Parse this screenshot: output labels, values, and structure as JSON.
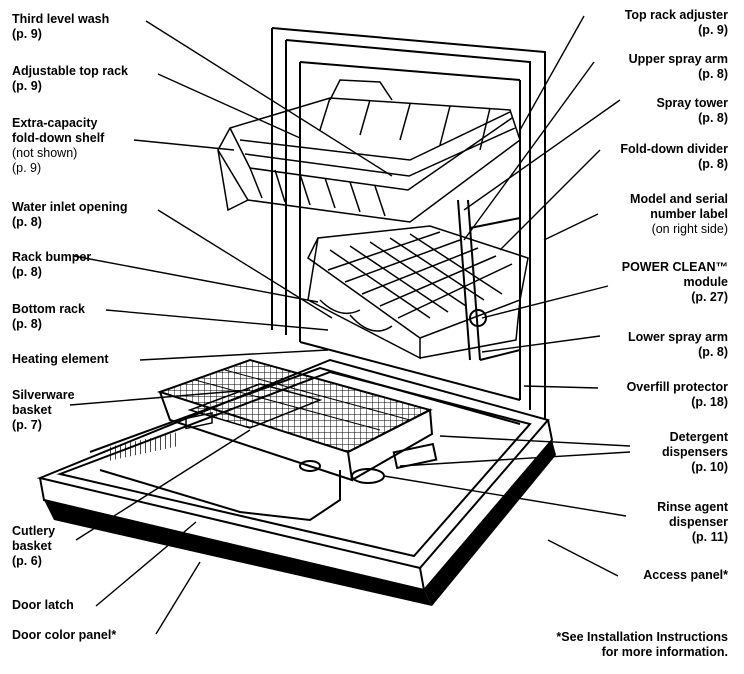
{
  "labels": {
    "third_level_wash": {
      "title": "Third level wash",
      "page": "(p. 9)"
    },
    "adjustable_top_rack": {
      "title": "Adjustable top rack",
      "page": "(p. 9)"
    },
    "fold_down_shelf": {
      "title1": "Extra-capacity",
      "title2": "fold-down shelf",
      "note": "(not shown)",
      "page": "(p. 9)"
    },
    "water_inlet": {
      "title": "Water inlet opening",
      "page": "(p. 8)"
    },
    "rack_bumper": {
      "title": "Rack bumper",
      "page": "(p. 8)"
    },
    "bottom_rack": {
      "title": "Bottom rack",
      "page": "(p. 8)"
    },
    "heating_element": {
      "title": "Heating element"
    },
    "silverware_basket": {
      "title1": "Silverware",
      "title2": "basket",
      "page": "(p. 7)"
    },
    "cutlery_basket": {
      "title1": "Cutlery",
      "title2": "basket",
      "page": "(p. 6)"
    },
    "door_latch": {
      "title": "Door latch"
    },
    "door_color_panel": {
      "title": "Door color panel*"
    },
    "top_rack_adjuster": {
      "title": "Top rack adjuster",
      "page": "(p. 9)"
    },
    "upper_spray_arm": {
      "title": "Upper spray arm",
      "page": "(p. 8)"
    },
    "spray_tower": {
      "title": "Spray tower",
      "page": "(p. 8)"
    },
    "fold_down_divider": {
      "title": "Fold-down divider",
      "page": "(p. 8)"
    },
    "model_serial": {
      "title1": "Model and serial",
      "title2": "number label",
      "note": "(on right side)"
    },
    "power_clean": {
      "title": "POWER CLEAN™",
      "sub": "module",
      "page": "(p. 27)"
    },
    "lower_spray_arm": {
      "title": "Lower spray arm",
      "page": "(p. 8)"
    },
    "overfill_protector": {
      "title": "Overfill protector",
      "page": "(p. 18)"
    },
    "detergent_dispensers": {
      "title1": "Detergent",
      "title2": "dispensers",
      "page": "(p. 10)"
    },
    "rinse_agent": {
      "title1": "Rinse agent",
      "title2": "dispenser",
      "page": "(p. 11)"
    },
    "access_panel": {
      "title": "Access panel*"
    }
  },
  "footnote": {
    "line1": "*See Installation Instructions",
    "line2": "for more information."
  }
}
